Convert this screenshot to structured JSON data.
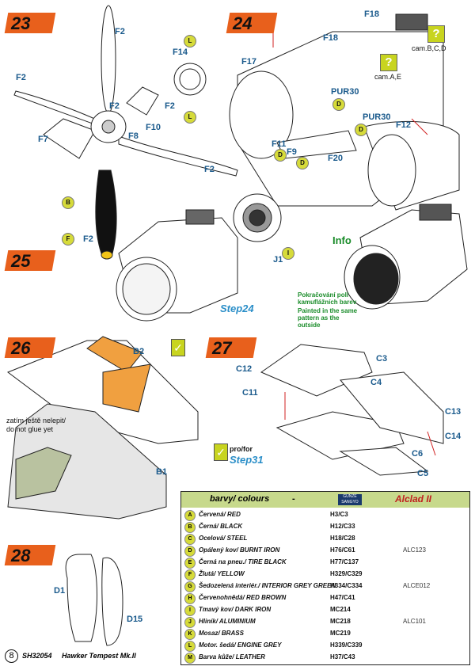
{
  "steps": [
    "23",
    "24",
    "25",
    "26",
    "27",
    "28"
  ],
  "parts": {
    "step23": [
      "F2",
      "F2",
      "F2",
      "F2",
      "F7",
      "F8",
      "F10",
      "F14",
      "F2",
      "F2"
    ],
    "step24": [
      "F18",
      "F18",
      "F17",
      "PUR30",
      "PUR30",
      "F12",
      "F11",
      "F9",
      "F20"
    ],
    "step25": [
      "J1"
    ],
    "step26": [
      "B2",
      "B1"
    ],
    "step27": [
      "C3",
      "C12",
      "C4",
      "C11",
      "C13",
      "C14",
      "C6",
      "C5"
    ],
    "step28": [
      "D1",
      "D15"
    ]
  },
  "chips": [
    "L",
    "L",
    "D",
    "D",
    "D",
    "D",
    "B",
    "F",
    "I"
  ],
  "camera": {
    "cam1": "cam.B,C,D",
    "cam2": "cam.A,E",
    "q": "?"
  },
  "refs": {
    "step24": "Step24",
    "step31": "Step31",
    "profor": "pro/for"
  },
  "info": {
    "title": "Info",
    "cz": "Pokračování polí kamuflážních barev",
    "en": "Painted in the same pattern as the outside"
  },
  "note26": {
    "cz": "zatím ještě nelepit/",
    "en": "do not glue yet"
  },
  "colours": {
    "title": "barvy/ colours",
    "dash": "-",
    "brand1": "GUNZE SANGYO",
    "brand2": "Alclad II",
    "rows": [
      {
        "l": "A",
        "name": "Červená/ RED",
        "code": "H3/C3",
        "alc": ""
      },
      {
        "l": "B",
        "name": "Černá/ BLACK",
        "code": "H12/C33",
        "alc": ""
      },
      {
        "l": "C",
        "name": "Ocelová/ STEEL",
        "code": "H18/C28",
        "alc": ""
      },
      {
        "l": "D",
        "name": "Opálený kov/ BURNT IRON",
        "code": "H76/C61",
        "alc": "ALC123"
      },
      {
        "l": "E",
        "name": "Černá na pneu./ TIRE BLACK",
        "code": "H77/C137",
        "alc": ""
      },
      {
        "l": "F",
        "name": "Žlutá/ YELLOW",
        "code": "H329/C329",
        "alc": ""
      },
      {
        "l": "G",
        "name": "Šedozelená interiér./ INTERIOR GREY GREEN",
        "code": "H334/C334",
        "alc": "ALCE012"
      },
      {
        "l": "H",
        "name": "Červenohnědá/ RED BROWN",
        "code": "H47/C41",
        "alc": ""
      },
      {
        "l": "I",
        "name": "Tmavý kov/ DARK IRON",
        "code": "MC214",
        "alc": ""
      },
      {
        "l": "J",
        "name": "Hliník/ ALUMINIUM",
        "code": "MC218",
        "alc": "ALC101"
      },
      {
        "l": "K",
        "name": "Mosaz/ BRASS",
        "code": "MC219",
        "alc": ""
      },
      {
        "l": "L",
        "name": "Motor. šedá/ ENGINE GREY",
        "code": "H339/C339",
        "alc": ""
      },
      {
        "l": "M",
        "name": "Barva kůže/ LEATHER",
        "code": "H37/C43",
        "alc": ""
      }
    ]
  },
  "footer": {
    "page": "8",
    "code": "SH32054",
    "model": "Hawker Tempest Mk.II"
  },
  "colors": {
    "stepBg": "#e8601c",
    "partText": "#1a5a8c",
    "chip": "#d6db3a",
    "tableHead": "#c7d98c",
    "orange": "#f0a040"
  }
}
